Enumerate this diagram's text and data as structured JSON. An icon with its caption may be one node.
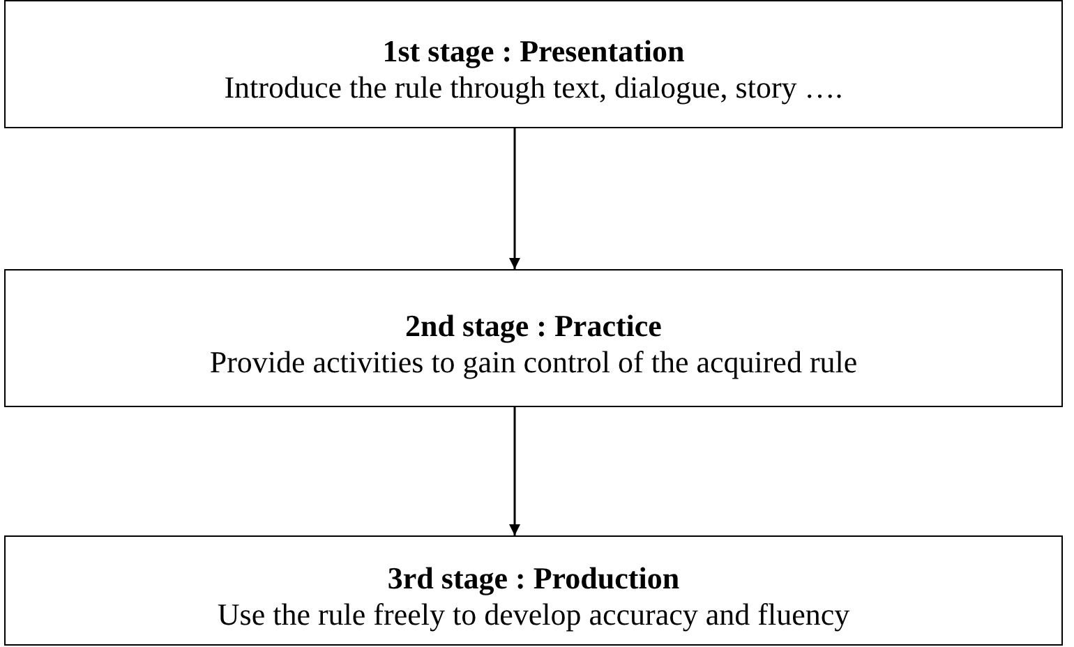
{
  "diagram": {
    "nodes": [
      {
        "text": [
          "1st stage : Presentation",
          "Introduce the rule through text, dialogue, story …."
        ]
      },
      {
        "text": [
          "2nd stage : Practice",
          "Provide activities to gain control of the acquired rule"
        ]
      },
      {
        "text": [
          "3rd stage : Production",
          "Use the rule freely to develop accuracy and fluency"
        ]
      }
    ],
    "edges": [
      {
        "from": 0,
        "to": 1,
        "arrow": "to"
      },
      {
        "from": 1,
        "to": 2,
        "arrow": "to"
      }
    ]
  }
}
